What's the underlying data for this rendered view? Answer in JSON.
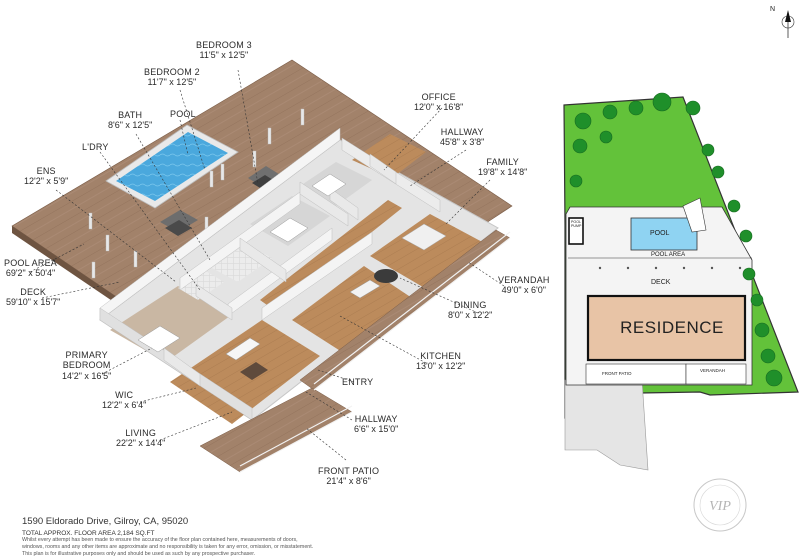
{
  "floor_plan": {
    "rooms": [
      {
        "id": "bedroom3",
        "name": "BEDROOM 3",
        "dims": "11'5\" x 12'5\""
      },
      {
        "id": "bedroom2",
        "name": "BEDROOM 2",
        "dims": "11'7\" x 12'5\""
      },
      {
        "id": "bath",
        "name": "BATH",
        "dims": "8'6\" x 12'5\""
      },
      {
        "id": "pool",
        "name": "POOL",
        "dims": ""
      },
      {
        "id": "ldry",
        "name": "L'DRY",
        "dims": ""
      },
      {
        "id": "ens",
        "name": "ENS",
        "dims": "12'2\" x 5'9\""
      },
      {
        "id": "poolarea",
        "name": "POOL AREA",
        "dims": "69'2\" x 50'4\""
      },
      {
        "id": "deck",
        "name": "DECK",
        "dims": "59'10\" x 15'7\""
      },
      {
        "id": "primary",
        "name": "PRIMARY\nBEDROOM",
        "dims": "14'2\" x 16'5\""
      },
      {
        "id": "wic",
        "name": "WIC",
        "dims": "12'2\" x 6'4\""
      },
      {
        "id": "living",
        "name": "LIVING",
        "dims": "22'2\" x 14'4\""
      },
      {
        "id": "office",
        "name": "OFFICE",
        "dims": "12'0\" x 16'8\""
      },
      {
        "id": "hallway1",
        "name": "HALLWAY",
        "dims": "45'8\" x 3'8\""
      },
      {
        "id": "family",
        "name": "FAMILY",
        "dims": "19'8\" x 14'8\""
      },
      {
        "id": "verandah",
        "name": "VERANDAH",
        "dims": "49'0\" x 6'0\""
      },
      {
        "id": "dining",
        "name": "DINING",
        "dims": "8'0\" x 12'2\""
      },
      {
        "id": "kitchen",
        "name": "KITCHEN",
        "dims": "13'0\" x 12'2\""
      },
      {
        "id": "entry",
        "name": "ENTRY",
        "dims": ""
      },
      {
        "id": "hallway2",
        "name": "HALLWAY",
        "dims": "6'6\" x 15'0\""
      },
      {
        "id": "frontpatio",
        "name": "FRONT PATIO",
        "dims": "21'4\" x 8'6\""
      }
    ]
  },
  "site_plan": {
    "residence": "RESIDENCE",
    "pool": "POOL",
    "pool_area": "POOL AREA",
    "deck": "DECK",
    "front_patio": "FRONT PATIO",
    "verandah": "VERANDAH",
    "pool_pump": "POOL PUMP",
    "north": "N"
  },
  "footer": {
    "address": "1590 Eldorado Drive, Gilroy, CA, 95020",
    "total_area": "TOTAL APPROX. FLOOR AREA 2,184 SQ.FT",
    "disclaimer_1": "Whilst every attempt has been made to ensure the accuracy of the floor plan contained here, measurements of doors,",
    "disclaimer_2": "windows, rooms and any other items are approximate and no responsibility is taken for any error, omission, or misstatement.",
    "disclaimer_3": "This plan is for illustrative purposes only and should be used as such by any prospective purchaser."
  },
  "colors": {
    "wood": "#a2826a",
    "wood_dark": "#8a6b55",
    "interior_floor": "#b98a5e",
    "wall": "#f2f2f2",
    "wall_shadow": "#cfcfcf",
    "pool_water": "#46a3d8",
    "lawn": "#63c23a",
    "tree": "#1f8f2a",
    "residence": "#e8c4a6",
    "site_pool": "#8fd3f2"
  },
  "logo": {
    "text": "VIP"
  }
}
